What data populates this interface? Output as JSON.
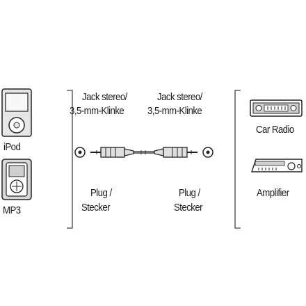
{
  "devices_left": [
    {
      "icon": "ipod-icon",
      "label": "iPod"
    },
    {
      "icon": "mp3-player-icon",
      "label": "MP3"
    }
  ],
  "devices_right": [
    {
      "icon": "car-radio-icon",
      "label": "Car Radio"
    },
    {
      "icon": "amplifier-icon",
      "label": "Amplifier"
    }
  ],
  "connectors": {
    "left": {
      "jack_line1": "Jack stereo/",
      "jack_line2": "3,5-mm-Klinke",
      "plug_line1": "Plug /",
      "plug_line2": "Stecker"
    },
    "right": {
      "jack_line1": "Jack stereo/",
      "jack_line2": "3,5-mm-Klinke",
      "plug_line1": "Plug /",
      "plug_line2": "Stecker"
    }
  },
  "colors": {
    "line": "#1a1a1a",
    "bracket": "#444444",
    "icon_fill": "#d8d8d8"
  }
}
